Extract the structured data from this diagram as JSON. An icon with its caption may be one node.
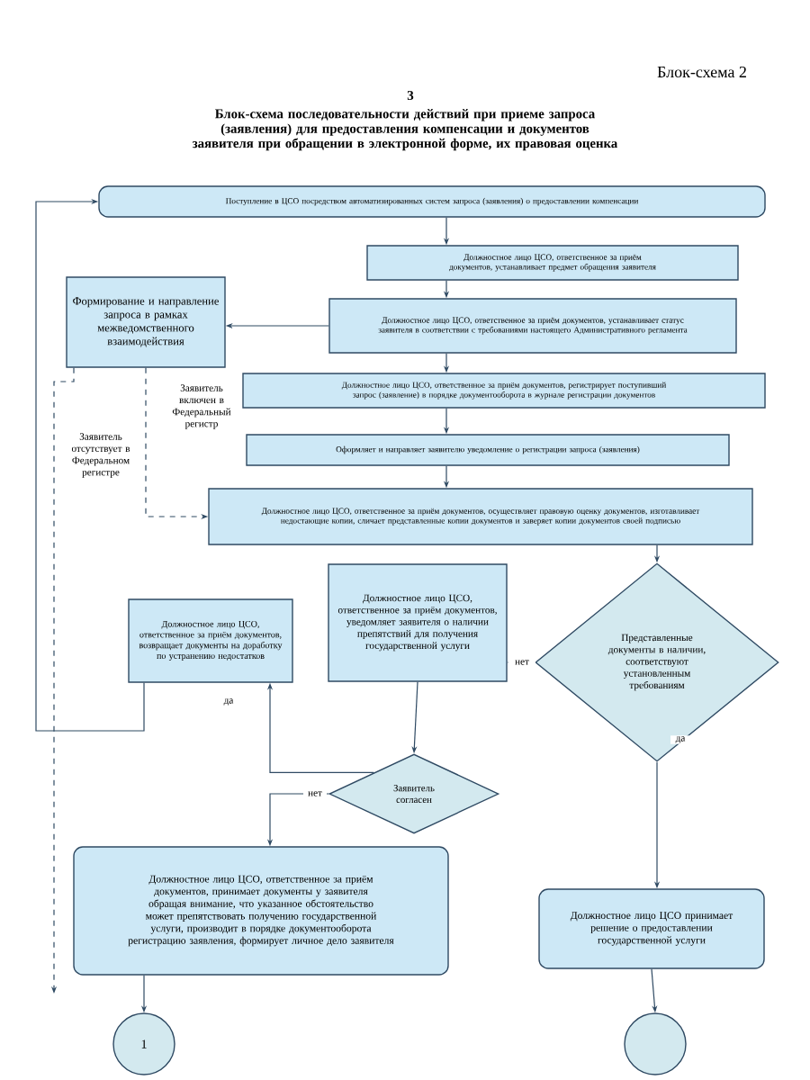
{
  "diagram": {
    "title": "Блок-схема последовательности действий при приеме запроса (заявления) для предоставления компенсации и документов заявителя при обращении в электронной форме, их правовая оценка",
    "nodes": [
      {
        "text": [
          "Поступление в ЦСО посредством автоматизированных систем запроса (заявления) о предоставлении компенсации"
        ]
      },
      {
        "text": [
          "Должностное лицо ЦСО, ответственное за приём документов, устанавливает предмет обращения заявителя"
        ]
      },
      {
        "text": [
          "Формирование и направление запроса в рамках межведомственного взаимодействия"
        ]
      },
      {
        "text": [
          "Должностное лицо ЦСО, ответственное за приём документов, устанавливает статус заявителя в соответствии с требованиями настоящего Административного регламента"
        ]
      },
      {
        "text": [
          "Должностное лицо ЦСО, ответственное за приём документов, регистрирует поступивший запрос (заявление) в порядке документооборота в журнале регистрации документов"
        ]
      },
      {
        "text": [
          "Оформляет и направляет заявителю уведомление о регистрации запроса (заявления)"
        ]
      },
      {
        "text": [
          "Должностное лицо ЦСО, ответственное за приём документов, осуществляет правовую оценку документов, изготавливает недостающие копии, сличает представленные копии документов и заверяет копии документов своей подписью"
        ]
      },
      {
        "text": [
          "Должностное лицо ЦСО, ответственное за приём документов, возвращает документы на доработку по устранению недостатков"
        ]
      },
      {
        "text": [
          "Должностное лицо ЦСО, ответственное за приём документов, уведомляет заявителя о наличии препятствий для получения государственной услуги"
        ]
      },
      {
        "text": [
          "Представленные документы в наличии, соответствуют установленным требованиям"
        ]
      },
      {
        "text": [
          "Заявитель согласен"
        ]
      },
      {
        "text": [
          "Должностное лицо ЦСО, ответственное за приём документов, принимает документы у заявителя обращая внимание, что указанное обстоятельство может препятствовать получению государственной услуги, производит в порядке документооборота регистрацию заявления, формирует личное дело заявителя"
        ]
      },
      {
        "text": [
          "Должностное лицо ЦСО принимает решение о предоставлении государственной услуги"
        ]
      },
      {
        "text": [
          "1"
        ]
      },
      {
        "text": [],
        "shape": "circle"
      }
    ],
    "edges": [
      {
        "from": 0,
        "to": 1,
        "arrow": "to"
      },
      {
        "from": 1,
        "to": 3,
        "arrow": "to"
      },
      {
        "from": 3,
        "to": 2,
        "arrow": "to"
      },
      {
        "from": 3,
        "to": 4,
        "arrow": "to"
      },
      {
        "from": 4,
        "to": 5,
        "arrow": "to"
      },
      {
        "from": 5,
        "to": 6,
        "arrow": "to"
      },
      {
        "from": 6,
        "to": 9,
        "arrow": "to"
      },
      {
        "from": 9,
        "to": 8,
        "arrow": "to",
        "label": "нет"
      },
      {
        "from": 9,
        "to": 12,
        "arrow": "to",
        "label": "да"
      },
      {
        "from": 8,
        "to": 10,
        "arrow": "to"
      },
      {
        "from": 10,
        "to": 7,
        "arrow": "to",
        "label": "да"
      },
      {
        "from": 10,
        "to": 11,
        "arrow": "to",
        "label": "нет"
      },
      {
        "from": 7,
        "to": 0,
        "arrow": "to"
      },
      {
        "from": 11,
        "to": 13,
        "arrow": "to"
      },
      {
        "from": 12,
        "to": 14,
        "arrow": "to"
      },
      {
        "from": 2,
        "to": 6,
        "arrow": "to",
        "style": "dashed",
        "label": "Заявитель включен в Федеральный регистр"
      },
      {
        "from": 2,
        "to": null,
        "arrow": "to",
        "style": "dashed",
        "label": "Заявитель отсутствует в Федеральном регистре"
      }
    ],
    "labels": [
      "Блок-схема 2",
      "3"
    ]
  }
}
